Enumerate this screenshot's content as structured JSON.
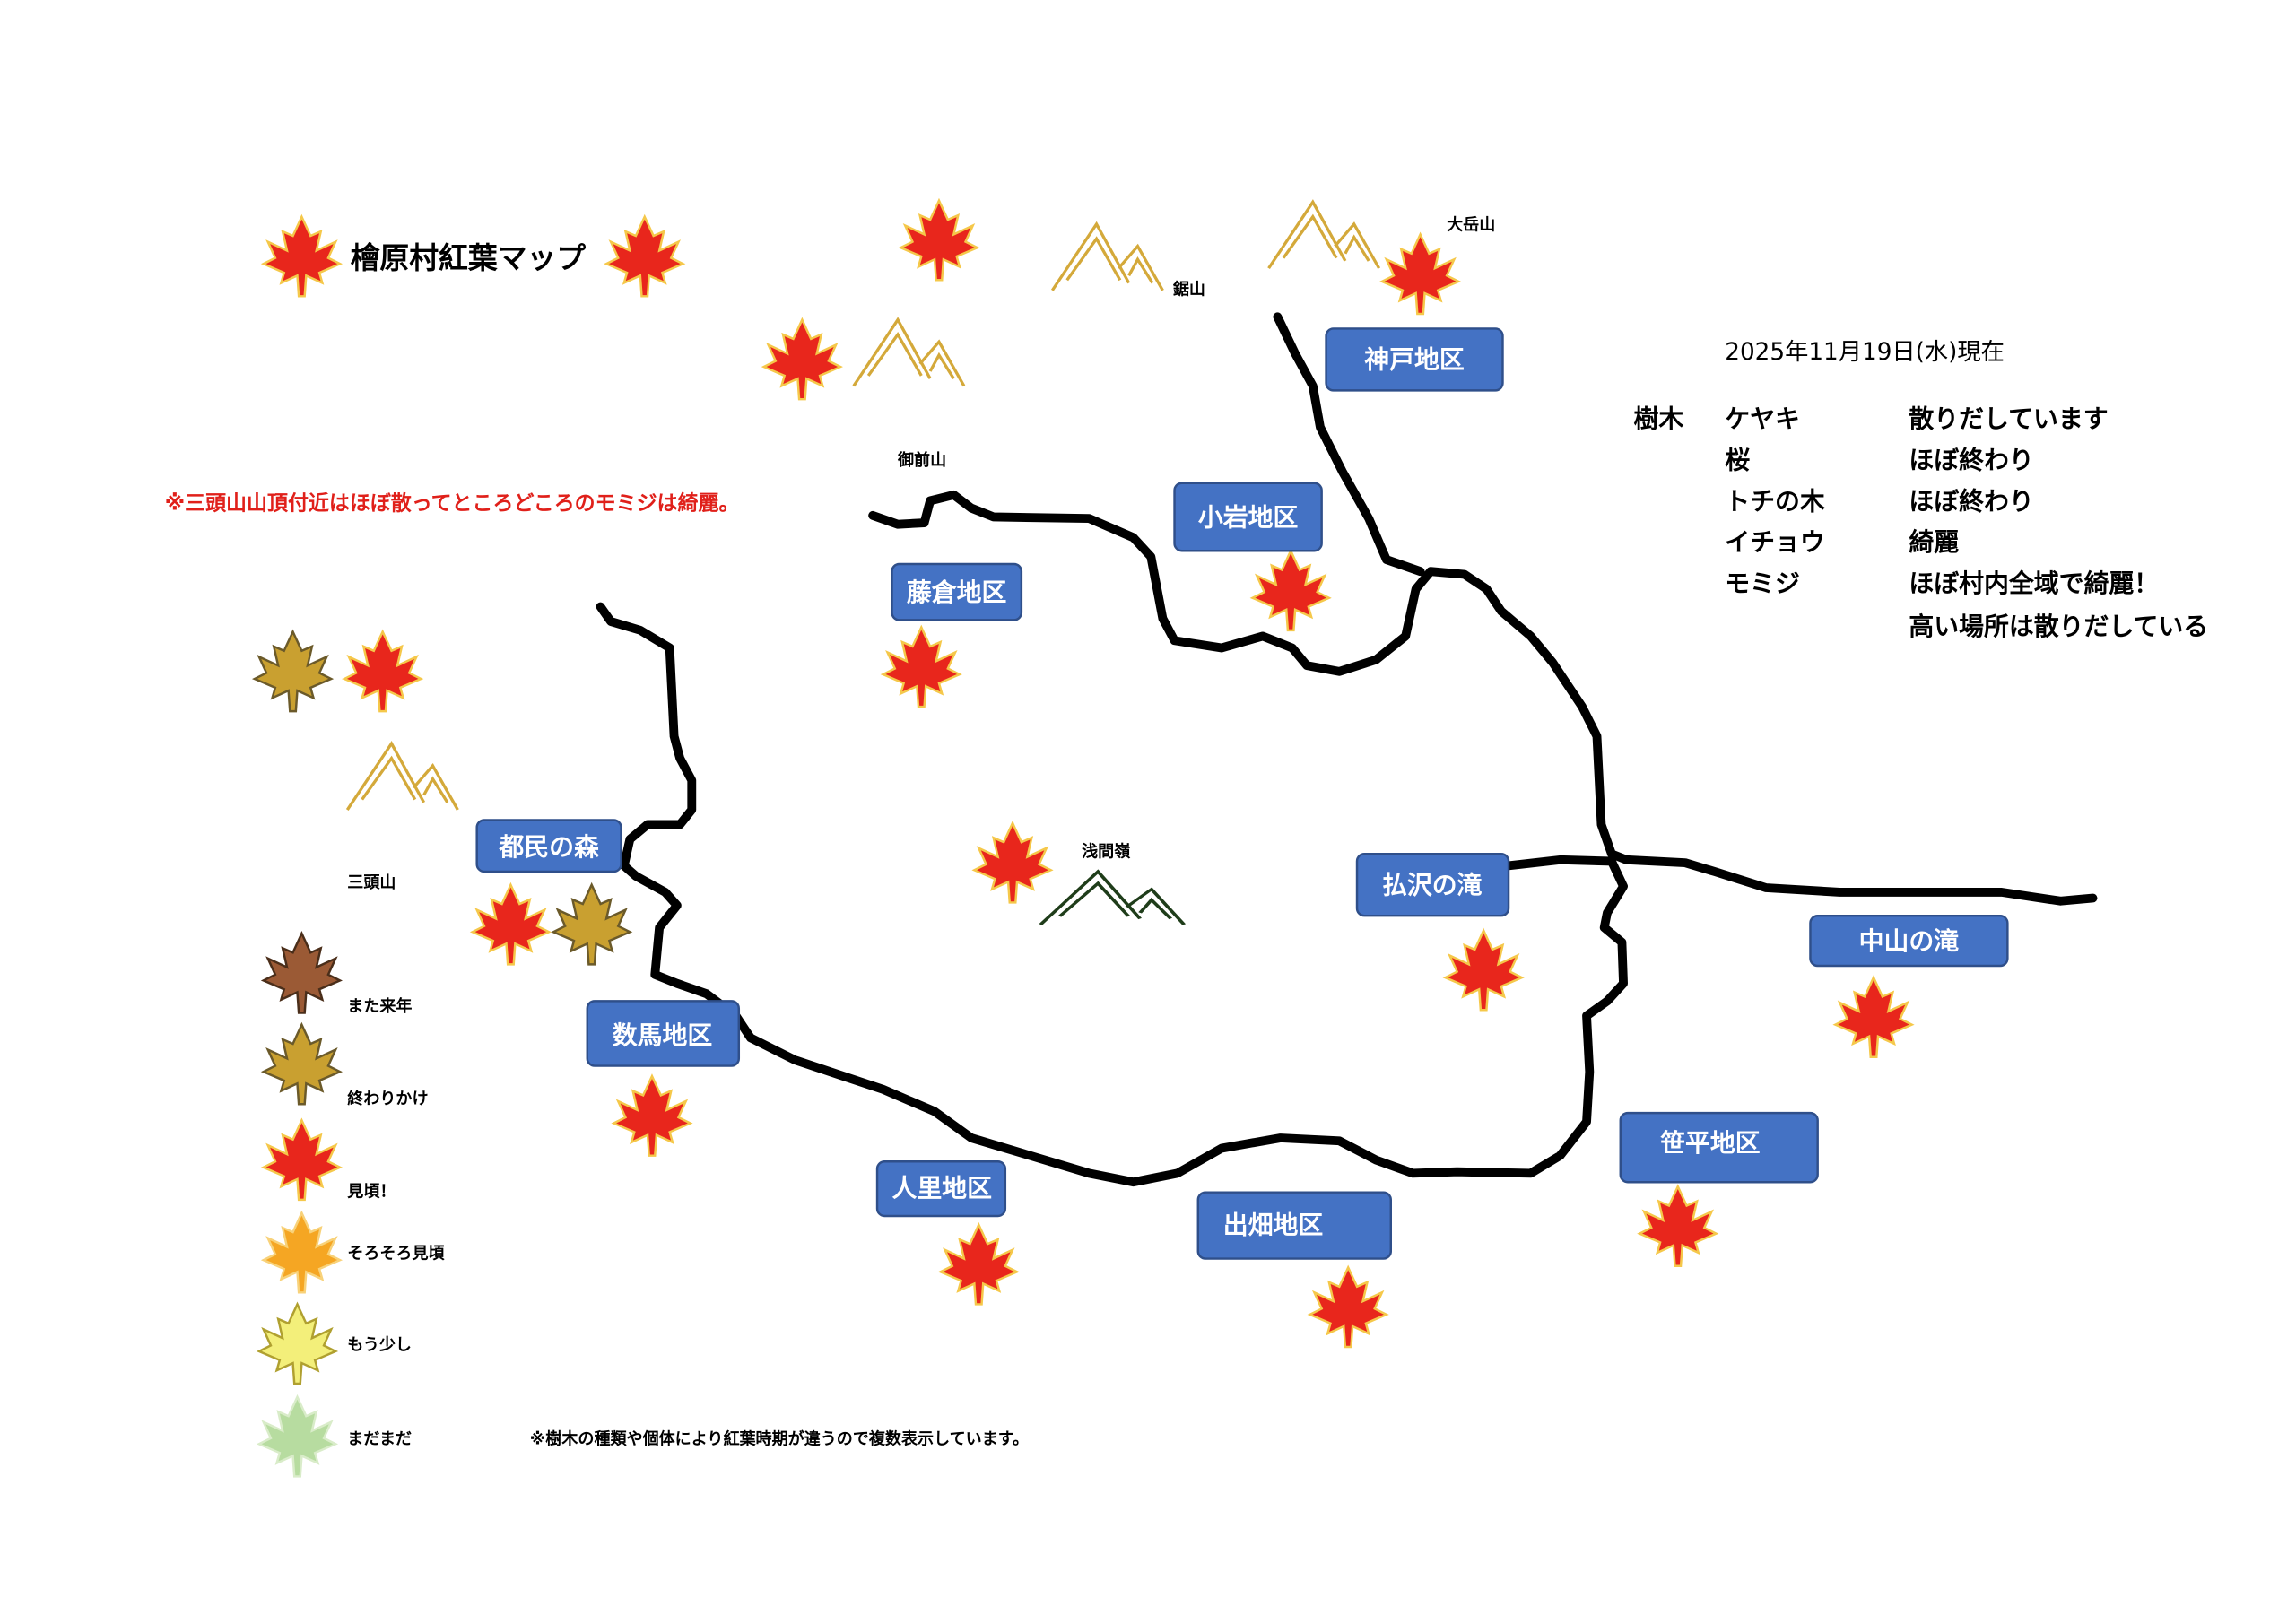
{
  "title": "檜原村紅葉マップ",
  "date": "2025年11月19日(水)現在",
  "note_red": "※三頭山山頂付近はほぼ散ってところどころのモミジは綺麗。",
  "footnote": "※樹木の種類や個体により紅葉時期が違うので複数表示しています。",
  "mountains": {
    "nokogiri": "鋸山",
    "odake": "大岳山",
    "gozen": "御前山",
    "mito": "三頭山",
    "sengen": "浅間嶺"
  },
  "districts": {
    "kanado": "神戸地区",
    "koiwa": "小岩地区",
    "fujikura": "藤倉地区",
    "tomin": "都民の森",
    "hossawa": "払沢の滝",
    "nakayama": "中山の滝",
    "kazuma": "数馬地区",
    "hinata": "人里地区",
    "idehata": "出畑地区",
    "sasadaira": "笹平地区"
  },
  "trees": {
    "header": "樹木",
    "rows": [
      {
        "name": "ケヤキ",
        "status": "散りだしています"
      },
      {
        "name": "桜",
        "status": "ほぼ終わり"
      },
      {
        "name": "トチの木",
        "status": "ほぼ終わり"
      },
      {
        "name": "イチョウ",
        "status": "綺麗"
      },
      {
        "name": "モミジ",
        "status": "ほぼ村内全域で綺麗！"
      },
      {
        "name": "",
        "status": "高い場所は散りだしている"
      }
    ]
  },
  "legend": [
    {
      "label": "また来年",
      "color": "#9b5a35"
    },
    {
      "label": "終わりかけ",
      "color": "#c9a030"
    },
    {
      "label": "見頃！",
      "color": "#e8261c"
    },
    {
      "label": "そろそろ見頃",
      "color": "#f5a623"
    },
    {
      "label": "もう少し",
      "color": "#f3ef7a"
    },
    {
      "label": "まだまだ",
      "color": "#b7dca0"
    }
  ],
  "colors": {
    "accent": "#4472c4",
    "note": "#e0201a",
    "leaf_red": "#e8261c"
  }
}
